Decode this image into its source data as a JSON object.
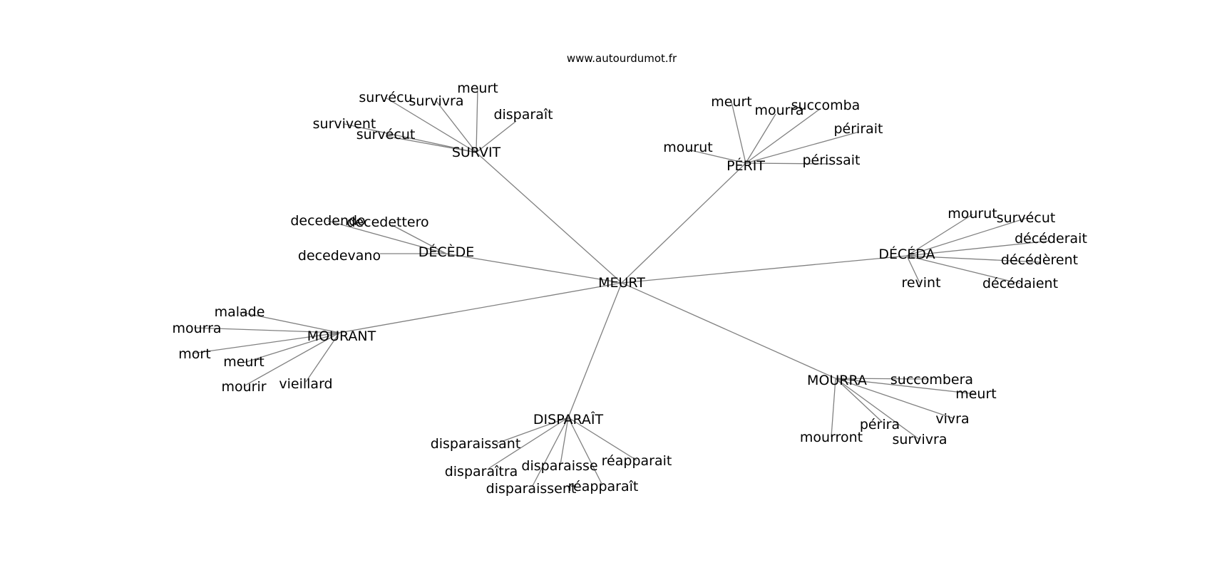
{
  "source": "www.autourdumot.fr",
  "center": "MEURT",
  "edge_color": "#808080",
  "clusters": [
    {
      "hub": "SURVIT",
      "words": [
        "meurt",
        "survécu",
        "survivra",
        "disparaît",
        "survivent",
        "survécut"
      ]
    },
    {
      "hub": "PÉRIT",
      "words": [
        "meurt",
        "mourra",
        "succomba",
        "périrait",
        "mourut",
        "périssait"
      ]
    },
    {
      "hub": "DÉCÈDE",
      "words": [
        "decedendo",
        "decedettero",
        "decedevano"
      ]
    },
    {
      "hub": "DÉCÉDA",
      "words": [
        "mourut",
        "survécut",
        "décéderait",
        "décédèrent",
        "revint",
        "décédaient"
      ]
    },
    {
      "hub": "MOURANT",
      "words": [
        "malade",
        "mourra",
        "mort",
        "meurt",
        "mourir",
        "vieillard"
      ]
    },
    {
      "hub": "MOURRA",
      "words": [
        "succombera",
        "meurt",
        "vivra",
        "périra",
        "mourront",
        "survivra"
      ]
    },
    {
      "hub": "DISPARAÎT",
      "words": [
        "disparaissant",
        "disparaîtra",
        "disparaisse",
        "réapparait",
        "disparaissent",
        "réapparaît"
      ]
    }
  ]
}
